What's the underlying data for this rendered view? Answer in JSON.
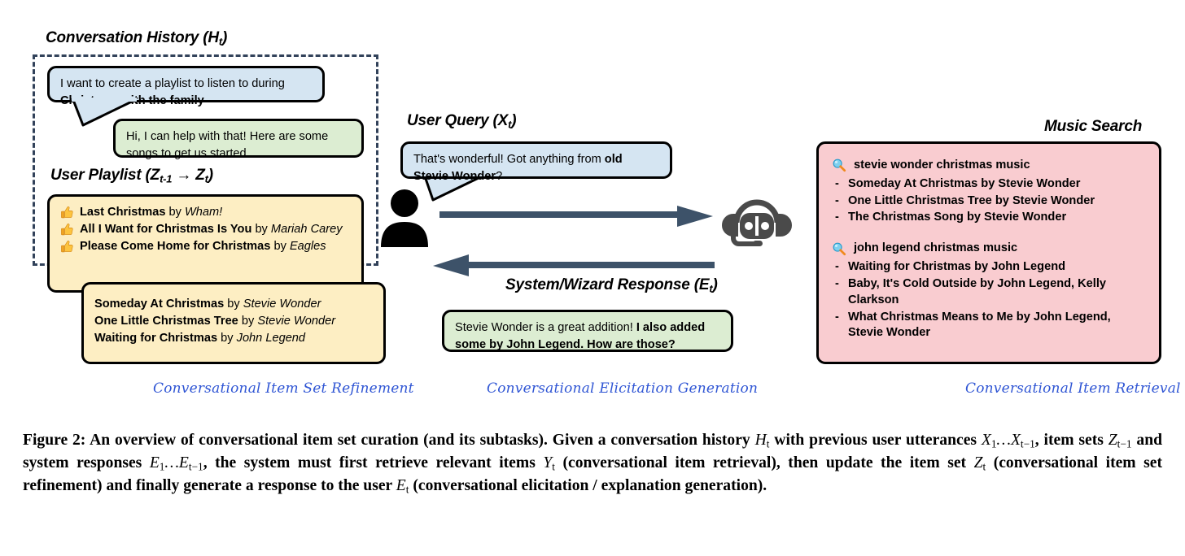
{
  "figure": {
    "panels": {
      "conversation_history": {
        "title": "Conversation History (H",
        "title_sub": "t",
        "title_tail": ")",
        "messages": [
          {
            "role": "user",
            "color": "blue",
            "text_plain": "I want to create a playlist to listen to during ",
            "text_bold": "Christmas with the family"
          },
          {
            "role": "system",
            "color": "green",
            "text_plain": "Hi, I can help with that! Here are some songs to get us started.",
            "text_bold": ""
          }
        ]
      },
      "user_playlist": {
        "title": "User Playlist (Z",
        "title_sub1": "t-1",
        "title_arrow": " → Z",
        "title_sub2": "t",
        "title_tail": ")",
        "previous_items": [
          {
            "icon": "thumbs-up-icon",
            "title": "Last Christmas",
            "by": "by",
            "artist": "Wham!"
          },
          {
            "icon": "thumbs-up-icon",
            "title": "All I Want for Christmas Is You",
            "by": "by",
            "artist": "Mariah Carey"
          },
          {
            "icon": "thumbs-up-icon",
            "title": "Please Come Home for Christmas",
            "by": "by",
            "artist": "Eagles"
          }
        ],
        "new_items": [
          {
            "title": "Someday At Christmas",
            "by": "by",
            "artist": "Stevie Wonder"
          },
          {
            "title": "One Little Christmas Tree",
            "by": "by",
            "artist": "Stevie Wonder"
          },
          {
            "title": "Waiting for Christmas",
            "by": "by",
            "artist": "John Legend"
          }
        ]
      },
      "user_query": {
        "title": "User Query (X",
        "title_sub": "t",
        "title_tail": ")",
        "text_plain": "That's wonderful! Got anything from ",
        "text_bold": "old Stevie Wonder",
        "text_after": "?"
      },
      "system_response": {
        "title": "System/Wizard Response (E",
        "title_sub": "t",
        "title_tail": ")",
        "text_plain": "Stevie Wonder is a great addition! ",
        "text_bold": "I also added some by John Legend. How are those?"
      },
      "music_search": {
        "title": "Music Search",
        "groups": [
          {
            "icon": "magnifier-icon",
            "query": "stevie wonder christmas music",
            "results": [
              "Someday At Christmas by Stevie Wonder",
              "One Little Christmas Tree by Stevie Wonder",
              "The Christmas Song by Stevie Wonder"
            ]
          },
          {
            "icon": "magnifier-icon",
            "query": "john legend christmas music",
            "results": [
              "Waiting for Christmas by John Legend",
              "Baby, It's Cold Outside by John Legend, Kelly Clarkson",
              "What Christmas Means to Me by John Legend, Stevie Wonder"
            ]
          }
        ],
        "bullet": "-"
      }
    },
    "task_captions": [
      "Conversational Item Set Refinement",
      "Conversational Elicitation Generation",
      "Conversational Item Retrieval"
    ],
    "actors": {
      "user_icon": "person-icon",
      "system_icon": "robot-headset-icon"
    },
    "arrows": {
      "user_to_system": "arrow-right",
      "system_to_user": "arrow-left"
    },
    "caption": {
      "label": "Figure 2:",
      "part1": " An overview of conversational item set curation (and its subtasks). Given a conversation history ",
      "m1": "H",
      "m1sub": "t",
      "part2": " with previous user utterances ",
      "m2": "X",
      "m2sub": "1",
      "m2b": "…X",
      "m2bsub": "t−1",
      "part3": ", item sets ",
      "m3": "Z",
      "m3sub": "t−1",
      "part4": " and system responses ",
      "m4": "E",
      "m4sub": "1",
      "m4b": "…E",
      "m4bsub": "t−1",
      "part5": ", the system must first retrieve relevant items ",
      "m5": "Y",
      "m5sub": "t",
      "part6": " (conversational item retrieval), then update the item set ",
      "m6": "Z",
      "m6sub": "t",
      "part7": " (conversational item set refinement) and finally generate a response to the user ",
      "m7": "E",
      "m7sub": "t",
      "part8": " (conversational elicitation / explanation generation)."
    },
    "colors": {
      "user_bubble": "#d5e5f2",
      "system_bubble": "#dcedd2",
      "playlist_box": "#fdeec3",
      "search_panel": "#f9ccd0",
      "arrow": "#3d5269",
      "dashed_border": "#32425a",
      "caption_blue": "#2f55d4",
      "outline": "#000000"
    }
  }
}
